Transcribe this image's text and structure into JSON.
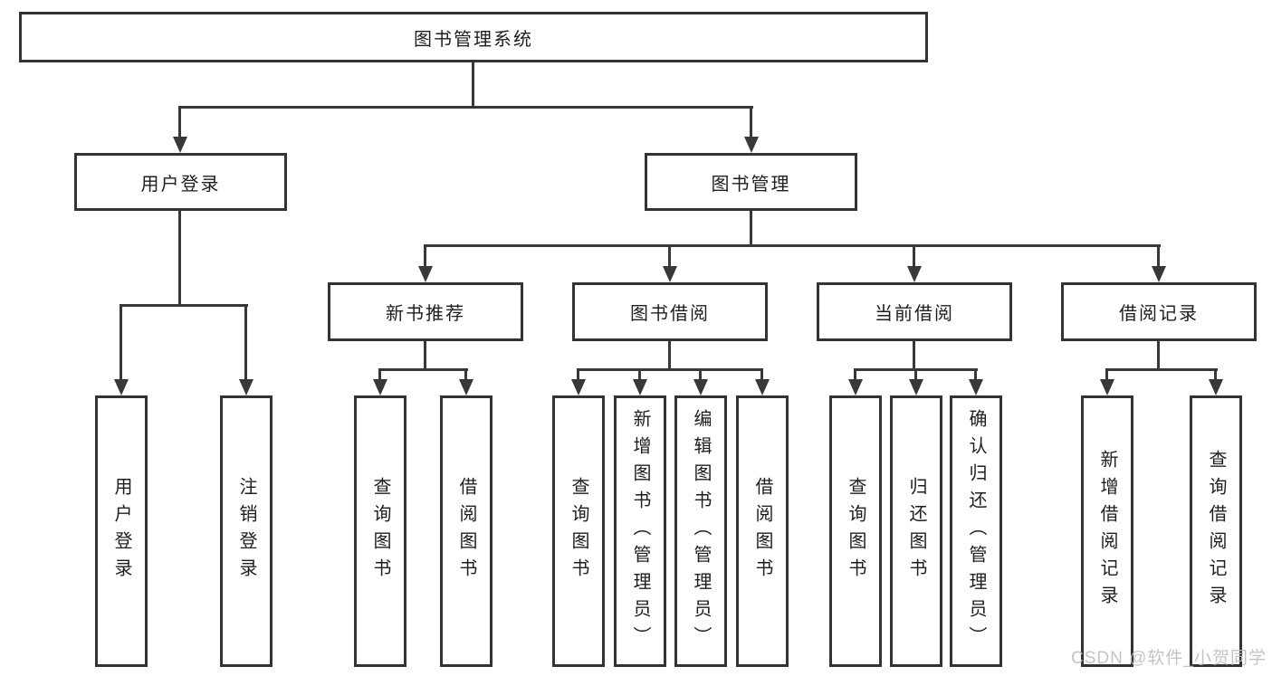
{
  "diagram": {
    "root": {
      "label": "图书管理系统"
    },
    "level2": [
      {
        "label": "用户登录"
      },
      {
        "label": "图书管理"
      }
    ],
    "level3": [
      {
        "label": "新书推荐"
      },
      {
        "label": "图书借阅"
      },
      {
        "label": "当前借阅"
      },
      {
        "label": "借阅记录"
      }
    ],
    "leaves": {
      "user_login": [
        "用户登录",
        "注销登录"
      ],
      "new_book_recommend": [
        "查询图书",
        "借阅图书"
      ],
      "book_borrow": [
        "查询图书",
        "新增图书（管理员）",
        "编辑图书（管理员）",
        "借阅图书"
      ],
      "current_borrow": [
        "查询图书",
        "归还图书",
        "确认归还（管理员）"
      ],
      "borrow_record": [
        "新增借阅记录",
        "查询借阅记录"
      ]
    },
    "colors": {
      "line": "#383838",
      "box_border": "#333333",
      "text": "#1e1e1e",
      "background": "#ffffff",
      "watermark": "#bebebe"
    }
  },
  "watermark": {
    "text": "CSDN @软件_小贺同学"
  }
}
